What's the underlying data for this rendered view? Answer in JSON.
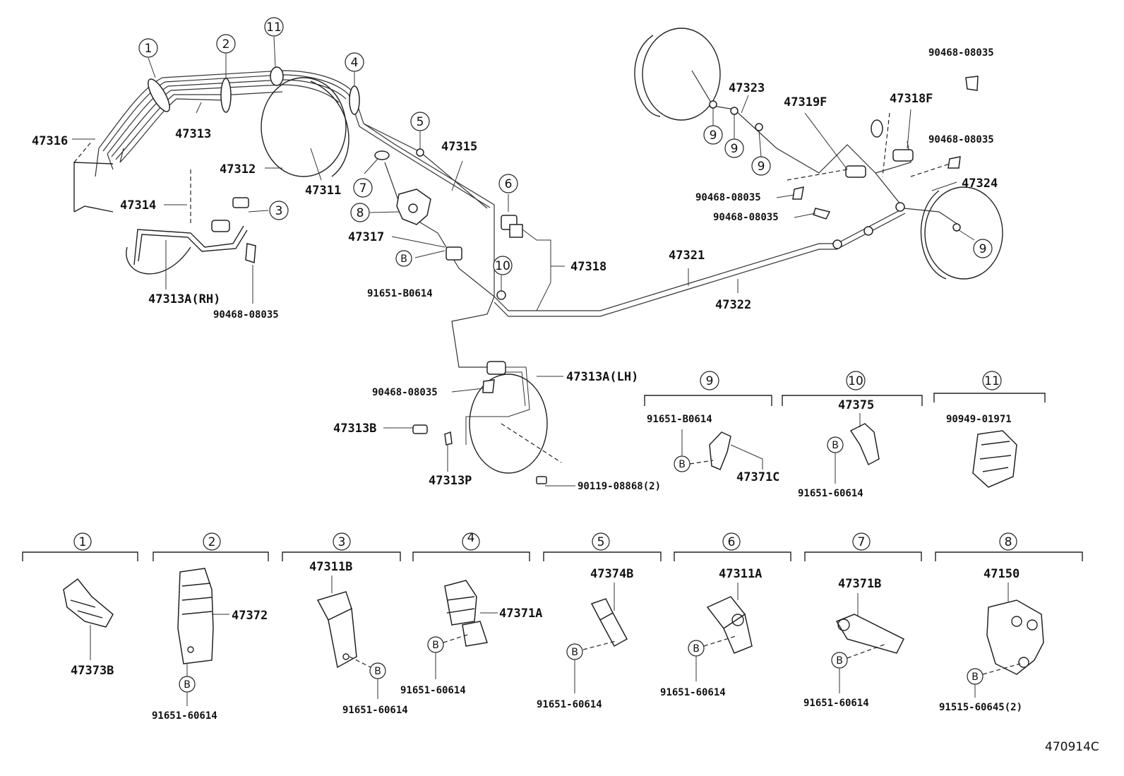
{
  "diagram_id": "470914C",
  "bolt_symbol": "B",
  "main_labels": [
    {
      "id": "l47316",
      "text": "47316"
    },
    {
      "id": "l47313",
      "text": "47313"
    },
    {
      "id": "l47312",
      "text": "47312"
    },
    {
      "id": "l47311",
      "text": "47311"
    },
    {
      "id": "l47314",
      "text": "47314"
    },
    {
      "id": "l47313a_rh",
      "text": "47313A(RH)"
    },
    {
      "id": "l90468a",
      "text": "90468-08035"
    },
    {
      "id": "l47315",
      "text": "47315"
    },
    {
      "id": "l47317",
      "text": "47317"
    },
    {
      "id": "l91651b",
      "text": "91651-B0614"
    },
    {
      "id": "l47318",
      "text": "47318"
    },
    {
      "id": "l47321",
      "text": "47321"
    },
    {
      "id": "l47322",
      "text": "47322"
    },
    {
      "id": "l47323",
      "text": "47323"
    },
    {
      "id": "l47319f",
      "text": "47319F"
    },
    {
      "id": "l47318f",
      "text": "47318F"
    },
    {
      "id": "l90468b",
      "text": "90468-08035"
    },
    {
      "id": "l90468c",
      "text": "90468-08035"
    },
    {
      "id": "l90468d",
      "text": "90468-08035"
    },
    {
      "id": "l90468e",
      "text": "90468-08035"
    },
    {
      "id": "l47324",
      "text": "47324"
    },
    {
      "id": "l47313a_lh",
      "text": "47313A(LH)"
    },
    {
      "id": "l90468f",
      "text": "90468-08035"
    },
    {
      "id": "l47313b",
      "text": "47313B"
    },
    {
      "id": "l47313p",
      "text": "47313P"
    },
    {
      "id": "l90119",
      "text": "90119-08868(2)"
    }
  ],
  "callouts": [
    "1",
    "2",
    "3",
    "4",
    "5",
    "6",
    "7",
    "8",
    "9",
    "10",
    "11"
  ],
  "detail_groups": [
    {
      "ref": "9",
      "parts": [
        "91651-B0614",
        "47371C"
      ]
    },
    {
      "ref": "10",
      "parts": [
        "47375",
        "91651-60614"
      ]
    },
    {
      "ref": "11",
      "parts": [
        "90949-01971"
      ]
    },
    {
      "ref": "1",
      "parts": [
        "47373B"
      ]
    },
    {
      "ref": "2",
      "parts": [
        "47372",
        "91651-60614"
      ]
    },
    {
      "ref": "3",
      "parts": [
        "47311B",
        "91651-60614"
      ]
    },
    {
      "ref": "4",
      "parts": [
        "47371A",
        "91651-60614"
      ]
    },
    {
      "ref": "5",
      "parts": [
        "47374B",
        "91651-60614"
      ]
    },
    {
      "ref": "6",
      "parts": [
        "47311A",
        "91651-60614"
      ]
    },
    {
      "ref": "7",
      "parts": [
        "47371B",
        "91651-60614"
      ]
    },
    {
      "ref": "8",
      "parts": [
        "47150",
        "91515-60645(2)"
      ]
    }
  ]
}
